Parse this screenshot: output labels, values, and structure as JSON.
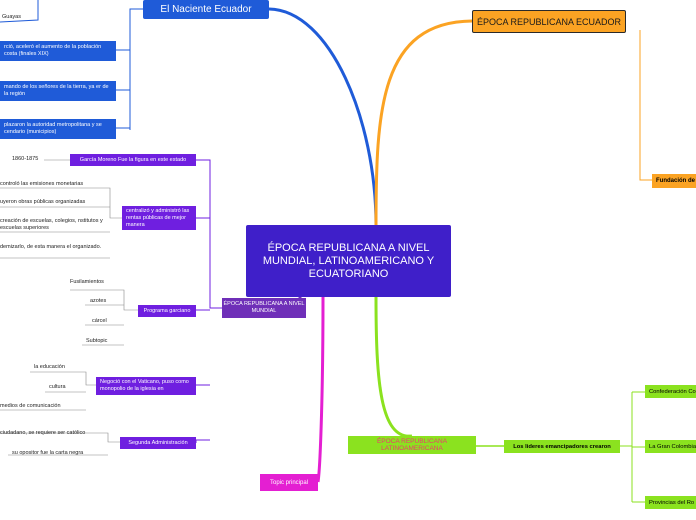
{
  "center": "ÉPOCA REPUBLICANA A NIVEL MUNDIAL, LATINOAMERICANO Y ECUATORIANO",
  "naciente": "El Naciente Ecuador",
  "ecuador": "ÉPOCA REPUBLICANA ECUADOR",
  "fundacion": "Fundación de",
  "mundial": "ÉPOCA REPUBLICANA A NIVEL MUNDIAL",
  "latino": "ÉPOCA REPUBLICANA LATINOAMERICANA",
  "lideres": "Los lideres emancipadores crearon",
  "latino_children": [
    "Confederación Co",
    "La Gran Colombia",
    "Provincias del Ro"
  ],
  "topic": "Topic principal",
  "top_left_items": [
    "Guayas",
    "rció, aceleró el aumento de la población costa (finales XIX)",
    "mando de los señores de la tierra, ya er de la región",
    "plazaron la autoridad metropolitana y se cendario (municipios)"
  ],
  "garcia": "García Moreno Fue la figura en este estado",
  "garcia_year": "1860-1875",
  "centralizo": "centralizó y administró las rentas públicas de mejor manera",
  "centralizo_items": [
    "controló las emisiones monetarias",
    "uyeron obras públicas organizadas",
    "creación de escuelas, colegios, nstitutos y escuelas superiores",
    "demizarlo, de esta manera el organizado."
  ],
  "programa": "Programa garciano",
  "programa_items": [
    "Fusilamientos",
    "azotes",
    "cárcel",
    "Subtopic"
  ],
  "negocio": "Negoció con el Vaticano, puso como monopolio de la iglesia en",
  "negocio_items": [
    "la educación",
    "cultura",
    "medios de comunicación"
  ],
  "segunda": "Segunda Administración",
  "segunda_items": [
    "ciudadano, se requiere ser católico",
    "su opositor fue la carta negra"
  ],
  "colors": {
    "center": "#3f1fc9",
    "blue": "#1f5bd8",
    "orange": "#fba323",
    "green": "#8be21f",
    "magenta": "#e41fd2",
    "violet": "#6f1fe0"
  }
}
